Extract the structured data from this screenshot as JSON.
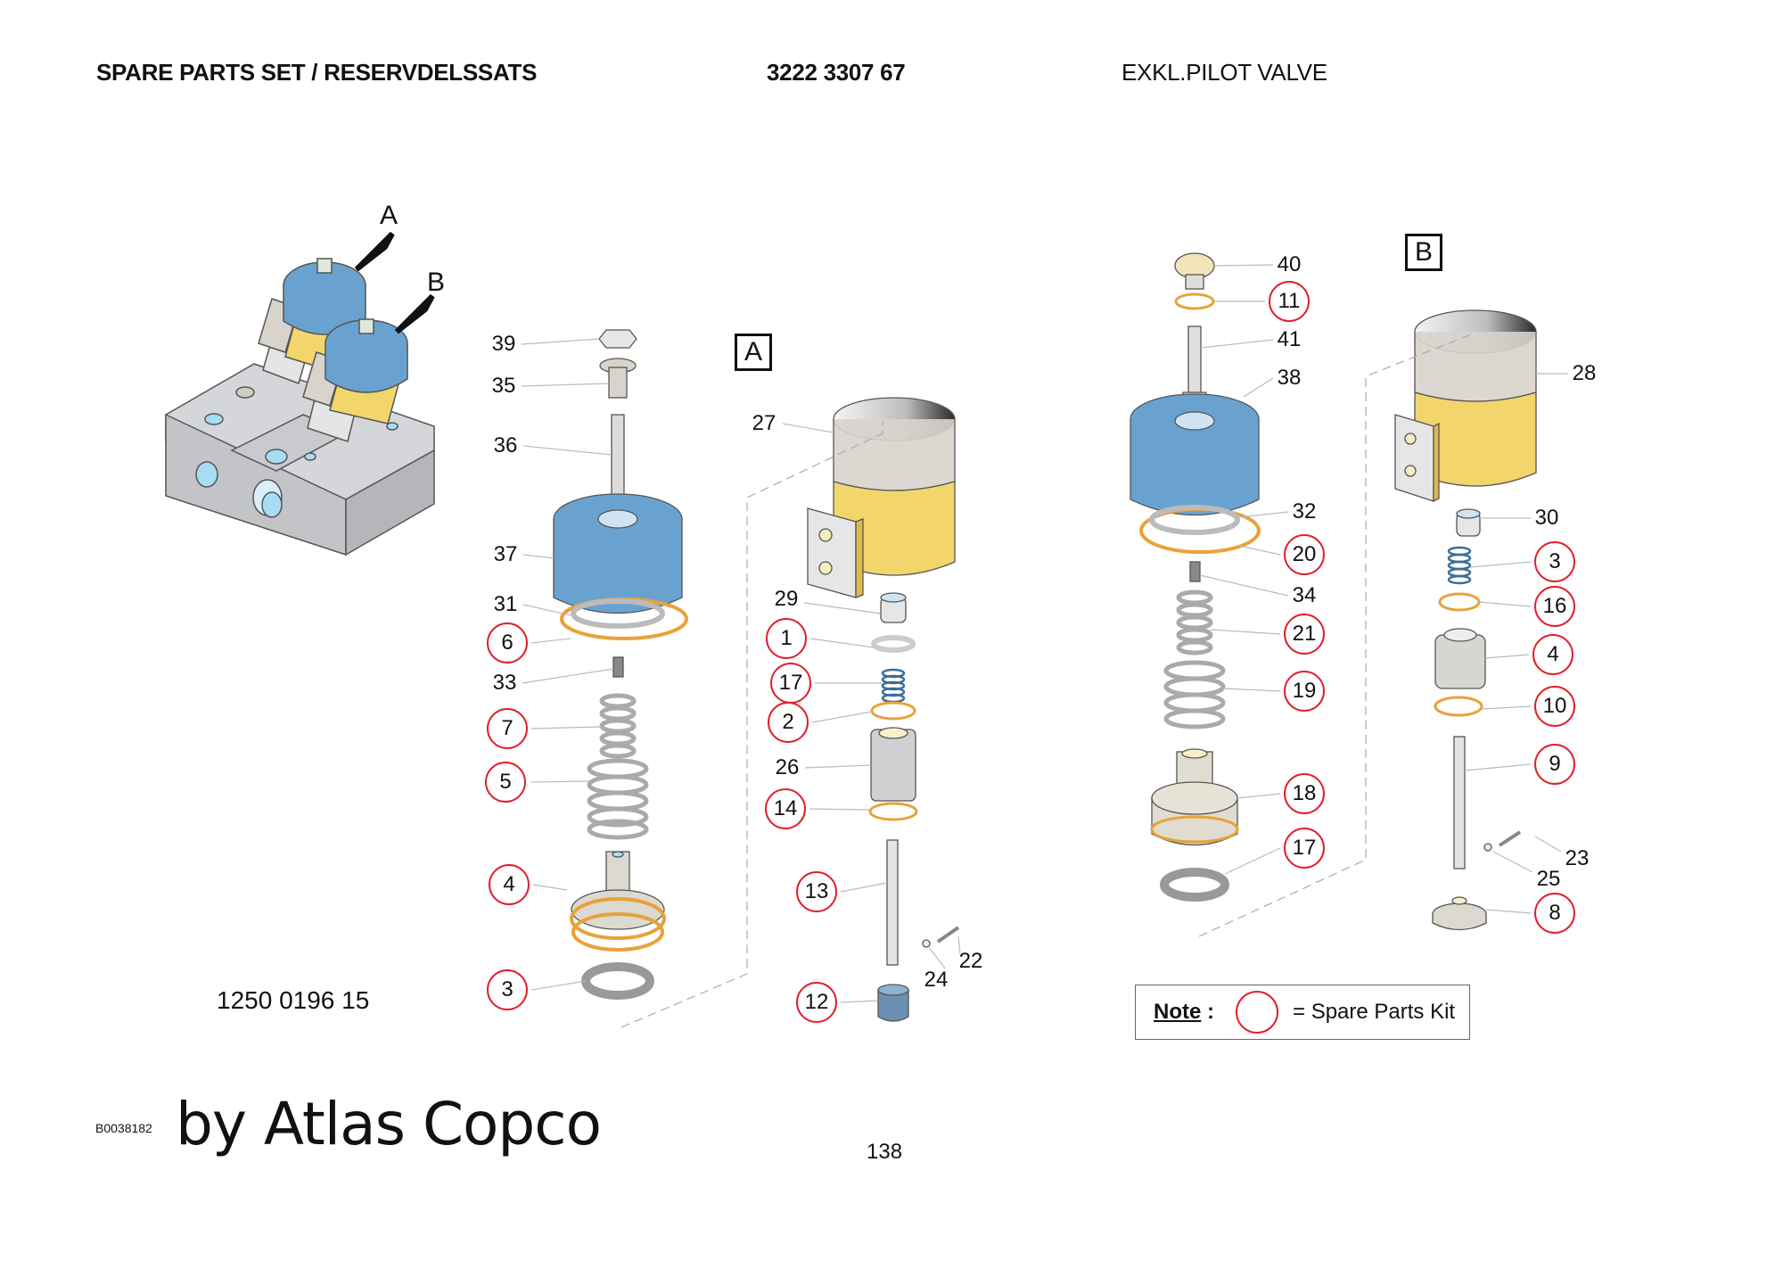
{
  "header": {
    "title": "SPARE PARTS SET / RESERVDELSSATS",
    "part_number": "3222 3307 67",
    "description": "EXKL.PILOT VALVE"
  },
  "overview": {
    "marker_a": "A",
    "marker_b": "B"
  },
  "section_a": {
    "box_label": "A",
    "left_column": [
      {
        "num": "39",
        "kit": false
      },
      {
        "num": "35",
        "kit": false
      },
      {
        "num": "36",
        "kit": false
      },
      {
        "num": "37",
        "kit": false
      },
      {
        "num": "31",
        "kit": false
      },
      {
        "num": "6",
        "kit": true
      },
      {
        "num": "33",
        "kit": false
      },
      {
        "num": "7",
        "kit": true
      },
      {
        "num": "5",
        "kit": true
      },
      {
        "num": "4",
        "kit": true
      },
      {
        "num": "3",
        "kit": true
      }
    ],
    "right_column": [
      {
        "num": "27",
        "kit": false
      },
      {
        "num": "29",
        "kit": false
      },
      {
        "num": "1",
        "kit": true
      },
      {
        "num": "17",
        "kit": true
      },
      {
        "num": "2",
        "kit": true
      },
      {
        "num": "26",
        "kit": false
      },
      {
        "num": "14",
        "kit": true
      },
      {
        "num": "13",
        "kit": true
      },
      {
        "num": "12",
        "kit": true
      },
      {
        "num": "24",
        "kit": false
      },
      {
        "num": "22",
        "kit": false
      }
    ]
  },
  "section_b": {
    "box_label": "B",
    "left_column": [
      {
        "num": "40",
        "kit": false
      },
      {
        "num": "11",
        "kit": true
      },
      {
        "num": "41",
        "kit": false
      },
      {
        "num": "38",
        "kit": false
      },
      {
        "num": "32",
        "kit": false
      },
      {
        "num": "20",
        "kit": true
      },
      {
        "num": "34",
        "kit": false
      },
      {
        "num": "21",
        "kit": true
      },
      {
        "num": "19",
        "kit": true
      },
      {
        "num": "18",
        "kit": true
      },
      {
        "num": "17",
        "kit": true
      }
    ],
    "right_column": [
      {
        "num": "28",
        "kit": false
      },
      {
        "num": "30",
        "kit": false
      },
      {
        "num": "3",
        "kit": true
      },
      {
        "num": "16",
        "kit": true
      },
      {
        "num": "4",
        "kit": true
      },
      {
        "num": "10",
        "kit": true
      },
      {
        "num": "9",
        "kit": true
      },
      {
        "num": "23",
        "kit": false
      },
      {
        "num": "25",
        "kit": false
      },
      {
        "num": "8",
        "kit": true
      }
    ]
  },
  "note": {
    "label": "Note",
    "colon": " :",
    "legend_text": "= Spare Parts Kit"
  },
  "footer": {
    "drawing_number": "1250 0196 15",
    "image_code": "B0038182",
    "brand": "by Atlas Copco",
    "page_number": "138"
  },
  "colors": {
    "kit_circle": "#e0202a",
    "blue_cap": "#6aa2cf",
    "yellow_coil": "#f2d66b",
    "oring": "#e8a23a",
    "metal": "#d8d6d0"
  }
}
